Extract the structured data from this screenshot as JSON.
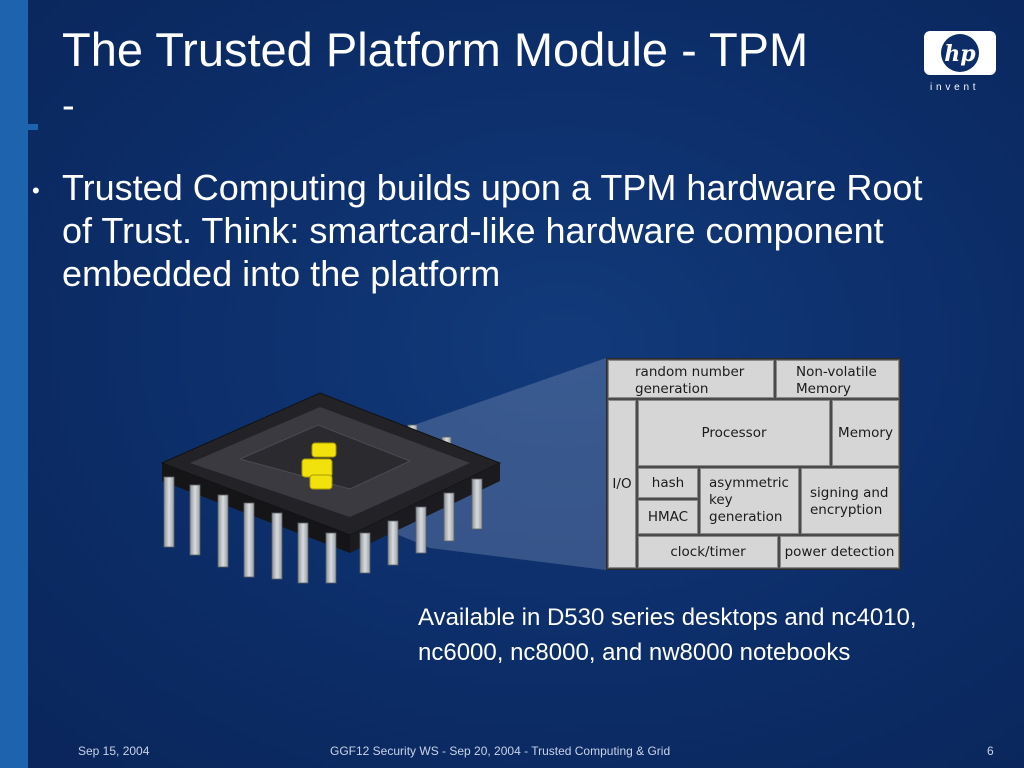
{
  "slide": {
    "title": "The Trusted Platform Module - TPM",
    "title_continuation": "-",
    "logo": {
      "brand_mark": "hp",
      "tagline": "i n v e n t"
    },
    "bullet": "Trusted Computing builds upon a TPM hardware Root of Trust. Think: smartcard-like hardware component embedded into the platform",
    "tpm_diagram": {
      "random_number_line1": "random number",
      "random_number_line2": "generation",
      "nonvolatile_line1": "Non-volatile",
      "nonvolatile_line2": "Memory",
      "processor": "Processor",
      "memory": "Memory",
      "io": "I/O",
      "hash": "hash",
      "hmac": "HMAC",
      "asym_line1": "asymmetric",
      "asym_line2": "key",
      "asym_line3": "generation",
      "signing_line1": "signing and",
      "signing_line2": "encryption",
      "clock": "clock/timer",
      "power": "power detection"
    },
    "availability": "Available in D530 series desktops and nc4010, nc6000, nc8000, and nw8000 notebooks",
    "footer": {
      "date": "Sep 15, 2004",
      "center": "GGF12 Security WS - Sep 20, 2004 - Trusted Computing & Grid",
      "page": "6"
    },
    "colors": {
      "background": "#0c2d68",
      "side_bar": "#1e63ad",
      "chip_body": "#2b2b2f",
      "die": "#f2e20c",
      "diagram_cell": "#d6d6d6"
    }
  }
}
